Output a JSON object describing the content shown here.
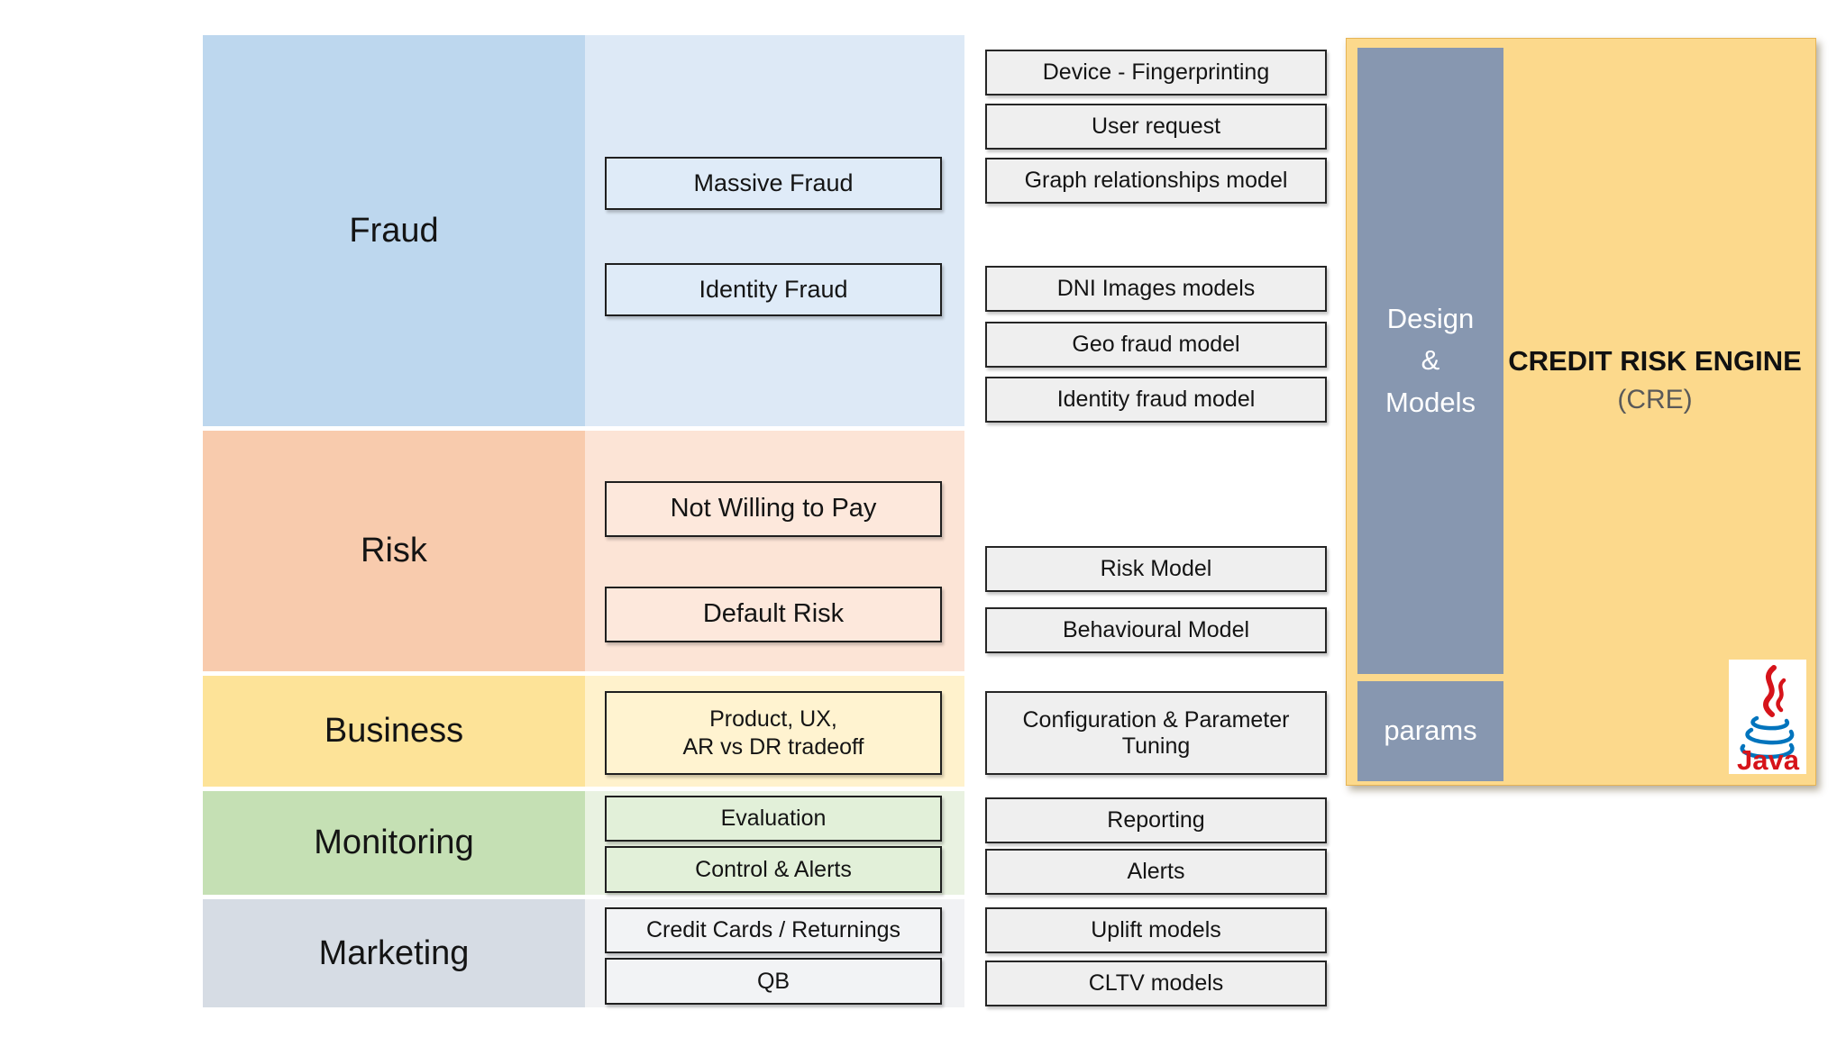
{
  "diagram": {
    "sections": [
      {
        "label": "Fraud",
        "subtopics": [
          "Massive Fraud",
          "Identity Fraud"
        ]
      },
      {
        "label": "Risk",
        "subtopics": [
          "Not Willing to Pay",
          "Default Risk"
        ]
      },
      {
        "label": "Business",
        "subtopics": [
          "Product, UX,\nAR vs DR tradeoff"
        ]
      },
      {
        "label": "Monitoring",
        "subtopics": [
          "Evaluation",
          "Control & Alerts"
        ]
      },
      {
        "label": "Marketing",
        "subtopics": [
          "Credit Cards / Returnings",
          "QB"
        ]
      }
    ],
    "models": [
      "Device - Fingerprinting",
      "User request",
      "Graph relationships model",
      "DNI Images models",
      "Geo fraud model",
      "Identity fraud model",
      "Risk Model",
      "Behavioural Model",
      "Configuration & Parameter Tuning",
      "Reporting",
      "Alerts",
      "Uplift models",
      "CLTV models"
    ],
    "engine": {
      "title": "CREDIT RISK ENGINE",
      "subtitle": "(CRE)",
      "design_models": "Design\n&\nModels",
      "params": "params",
      "java": "Java"
    },
    "colors": {
      "fraud": "#bdd7ee",
      "fraud_light": "#dde9f6",
      "risk": "#f8cbad",
      "risk_light": "#fce4d6",
      "business": "#fde398",
      "business_light": "#fff2cc",
      "monitoring": "#c5e0b4",
      "monitoring_light": "#e9f2e1",
      "marketing": "#d6dce4",
      "marketing_light": "#f1f2f4",
      "model_box": "#efefef",
      "engine_bg": "#fcd98c",
      "engine_column": "#8797b0",
      "engine_subtitle_gray": "#595959",
      "java_red": "#d6131a",
      "java_blue": "#0074bd"
    }
  }
}
